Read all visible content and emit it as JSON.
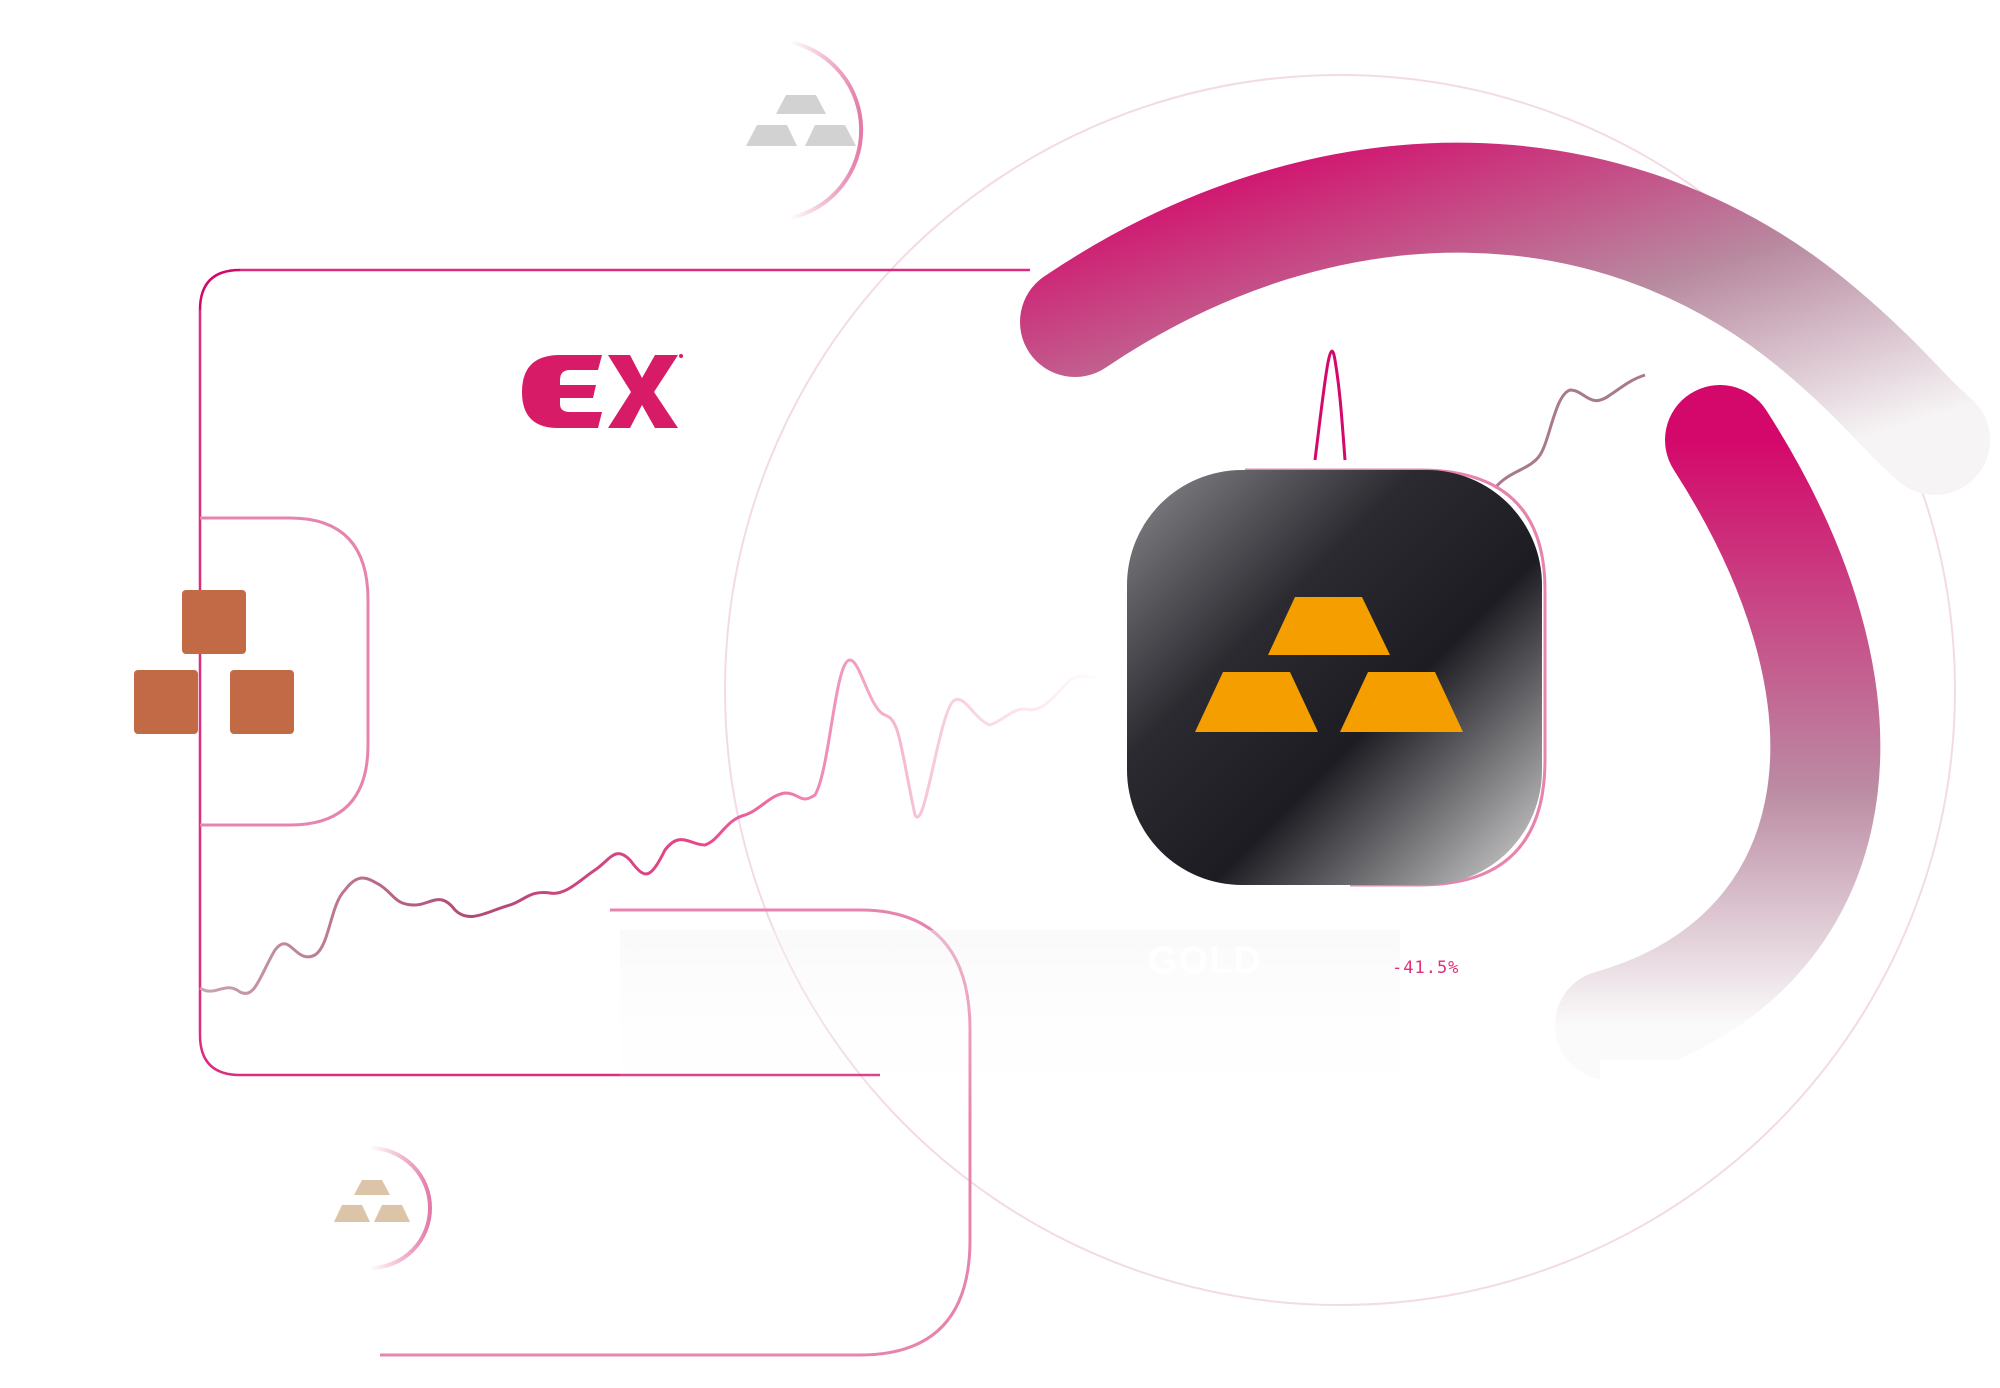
{
  "brand": {
    "logo_text": "EX"
  },
  "asset": {
    "label": "GOLD",
    "change": "-41.5%"
  },
  "icons": {
    "main": "gold-bars-icon",
    "top": "gold-bars-icon",
    "bottom": "gold-bars-icon",
    "left": "blocks-icon"
  },
  "colors": {
    "accent": "#d4086a",
    "gold": "#f59e00",
    "tile": "#1e1e24",
    "copper": "#c26a45",
    "silver": "#d2d2d2",
    "beige": "#dcc4a8"
  }
}
